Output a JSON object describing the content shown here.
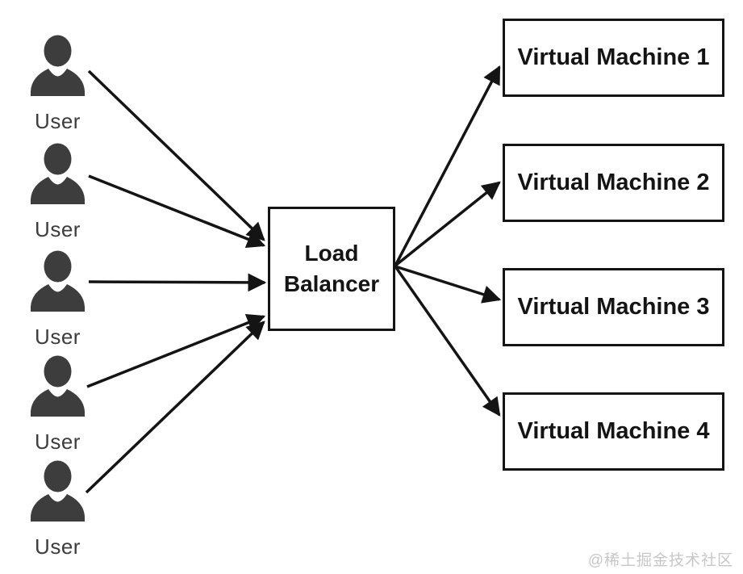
{
  "diagram": {
    "title_semantic": "Load balancer distributing users to virtual machines",
    "colors": {
      "background": "#ffffff",
      "stroke": "#141414",
      "icon_fill": "#3d3d3d",
      "user_label": "#3d3d3d",
      "watermark": "#c7c7c7"
    },
    "users": [
      {
        "label": "User"
      },
      {
        "label": "User"
      },
      {
        "label": "User"
      },
      {
        "label": "User"
      },
      {
        "label": "User"
      }
    ],
    "load_balancer": {
      "label": "Load Balancer"
    },
    "virtual_machines": [
      {
        "label": "Virtual Machine 1"
      },
      {
        "label": "Virtual Machine 2"
      },
      {
        "label": "Virtual Machine 3"
      },
      {
        "label": "Virtual Machine 4"
      }
    ],
    "watermark": "@稀土掘金技术社区"
  }
}
